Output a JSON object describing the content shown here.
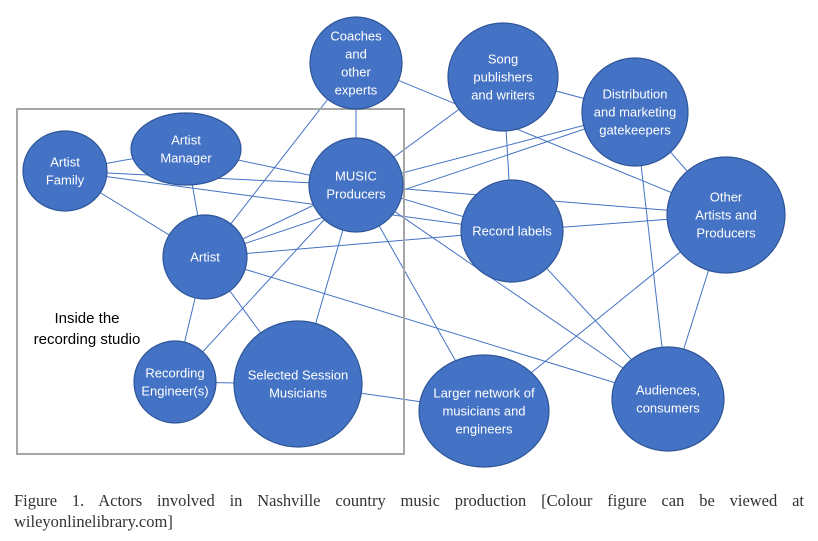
{
  "diagram": {
    "studio_label": [
      "Inside the",
      "recording studio"
    ],
    "nodes": [
      {
        "id": "coaches",
        "label": [
          "Coaches",
          "and",
          "other",
          "experts"
        ]
      },
      {
        "id": "song-publishers",
        "label": [
          "Song",
          "publishers",
          "and writers"
        ]
      },
      {
        "id": "distribution",
        "label": [
          "Distribution",
          "and marketing",
          "gatekeepers"
        ]
      },
      {
        "id": "artist-family",
        "label": [
          "Artist",
          "Family"
        ]
      },
      {
        "id": "artist-manager",
        "label": [
          "Artist",
          "Manager"
        ]
      },
      {
        "id": "music-producers",
        "label": [
          "MUSIC",
          "Producers"
        ]
      },
      {
        "id": "record-labels",
        "label": [
          "Record labels"
        ]
      },
      {
        "id": "other-artists",
        "label": [
          "Other",
          "Artists and",
          "Producers"
        ]
      },
      {
        "id": "artist",
        "label": [
          "Artist"
        ]
      },
      {
        "id": "recording-engineers",
        "label": [
          "Recording",
          "Engineer(s)"
        ]
      },
      {
        "id": "session-musicians",
        "label": [
          "Selected Session",
          "Musicians"
        ]
      },
      {
        "id": "larger-network",
        "label": [
          "Larger network of",
          "musicians and",
          "engineers"
        ]
      },
      {
        "id": "audiences",
        "label": [
          "Audiences,",
          "consumers"
        ]
      }
    ],
    "edges": [
      [
        "artist-family",
        "artist-manager"
      ],
      [
        "artist-family",
        "artist"
      ],
      [
        "artist-family",
        "music-producers"
      ],
      [
        "artist-family",
        "record-labels"
      ],
      [
        "artist-manager",
        "artist"
      ],
      [
        "artist-manager",
        "music-producers"
      ],
      [
        "coaches",
        "artist"
      ],
      [
        "coaches",
        "music-producers"
      ],
      [
        "coaches",
        "other-artists"
      ],
      [
        "song-publishers",
        "music-producers"
      ],
      [
        "song-publishers",
        "distribution"
      ],
      [
        "song-publishers",
        "record-labels"
      ],
      [
        "distribution",
        "music-producers"
      ],
      [
        "distribution",
        "artist"
      ],
      [
        "distribution",
        "other-artists"
      ],
      [
        "distribution",
        "audiences"
      ],
      [
        "music-producers",
        "artist"
      ],
      [
        "music-producers",
        "recording-engineers"
      ],
      [
        "music-producers",
        "session-musicians"
      ],
      [
        "music-producers",
        "larger-network"
      ],
      [
        "music-producers",
        "audiences"
      ],
      [
        "music-producers",
        "record-labels"
      ],
      [
        "music-producers",
        "other-artists"
      ],
      [
        "record-labels",
        "artist"
      ],
      [
        "record-labels",
        "other-artists"
      ],
      [
        "record-labels",
        "audiences"
      ],
      [
        "artist",
        "recording-engineers"
      ],
      [
        "artist",
        "session-musicians"
      ],
      [
        "artist",
        "audiences"
      ],
      [
        "recording-engineers",
        "session-musicians"
      ],
      [
        "session-musicians",
        "larger-network"
      ],
      [
        "larger-network",
        "other-artists"
      ],
      [
        "other-artists",
        "audiences"
      ]
    ]
  },
  "caption": "Figure 1. Actors involved in Nashville country music production [Colour figure can be viewed at wileyonlinelibrary.com]"
}
